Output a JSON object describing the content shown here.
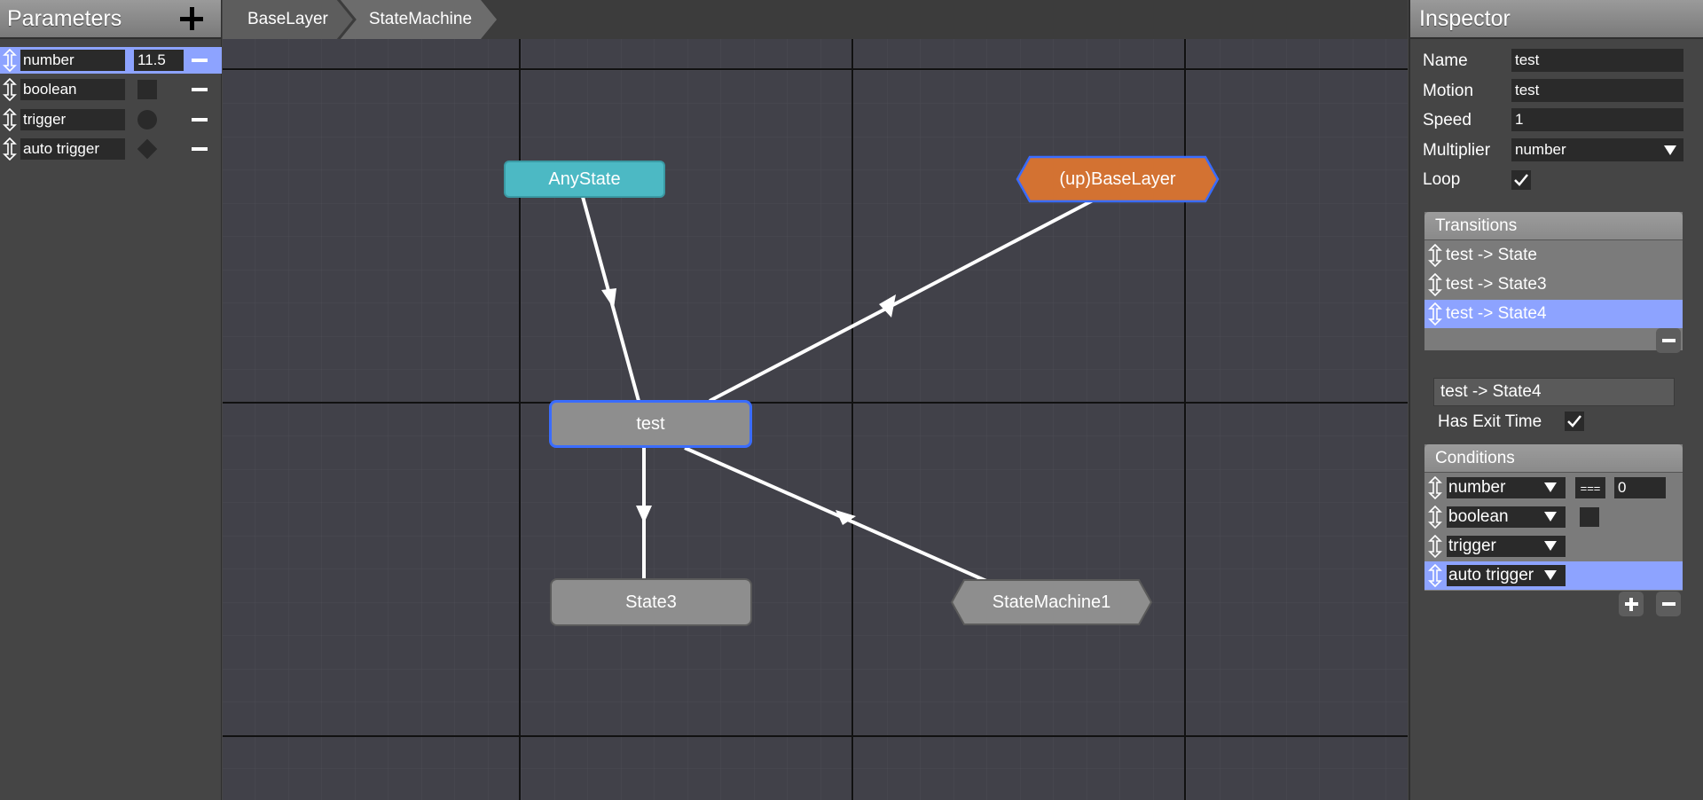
{
  "parameters": {
    "title": "Parameters",
    "items": [
      {
        "name": "number",
        "value": "11.5",
        "type": "number"
      },
      {
        "name": "boolean",
        "type": "boolean"
      },
      {
        "name": "trigger",
        "type": "trigger"
      },
      {
        "name": "auto trigger",
        "type": "auto-trigger"
      }
    ]
  },
  "breadcrumb": [
    "BaseLayer",
    "StateMachine"
  ],
  "graph": {
    "nodes": {
      "any_state": "AnyState",
      "up_base_layer": "(up)BaseLayer",
      "test": "test",
      "state3": "State3",
      "state_machine1": "StateMachine1"
    },
    "colors": {
      "any_state": "#4cb9c4",
      "up_base_layer": "#d37232",
      "state": "#8e8e8e",
      "selected_border": "#3a6cff",
      "canvas": "#414149"
    }
  },
  "inspector": {
    "title": "Inspector",
    "name_label": "Name",
    "name_value": "test",
    "motion_label": "Motion",
    "motion_value": "test",
    "speed_label": "Speed",
    "speed_value": "1",
    "multiplier_label": "Multiplier",
    "multiplier_value": "number",
    "loop_label": "Loop",
    "loop_checked": true,
    "transitions_title": "Transitions",
    "transitions": [
      "test -> State",
      "test -> State3",
      "test -> State4"
    ],
    "selected_transition": "test -> State4",
    "has_exit_time_label": "Has Exit Time",
    "has_exit_time_checked": true,
    "conditions_title": "Conditions",
    "conditions": [
      {
        "param": "number",
        "op": "===",
        "value": "0"
      },
      {
        "param": "boolean"
      },
      {
        "param": "trigger"
      },
      {
        "param": "auto trigger"
      }
    ]
  },
  "accent_color": "#8da3ff"
}
